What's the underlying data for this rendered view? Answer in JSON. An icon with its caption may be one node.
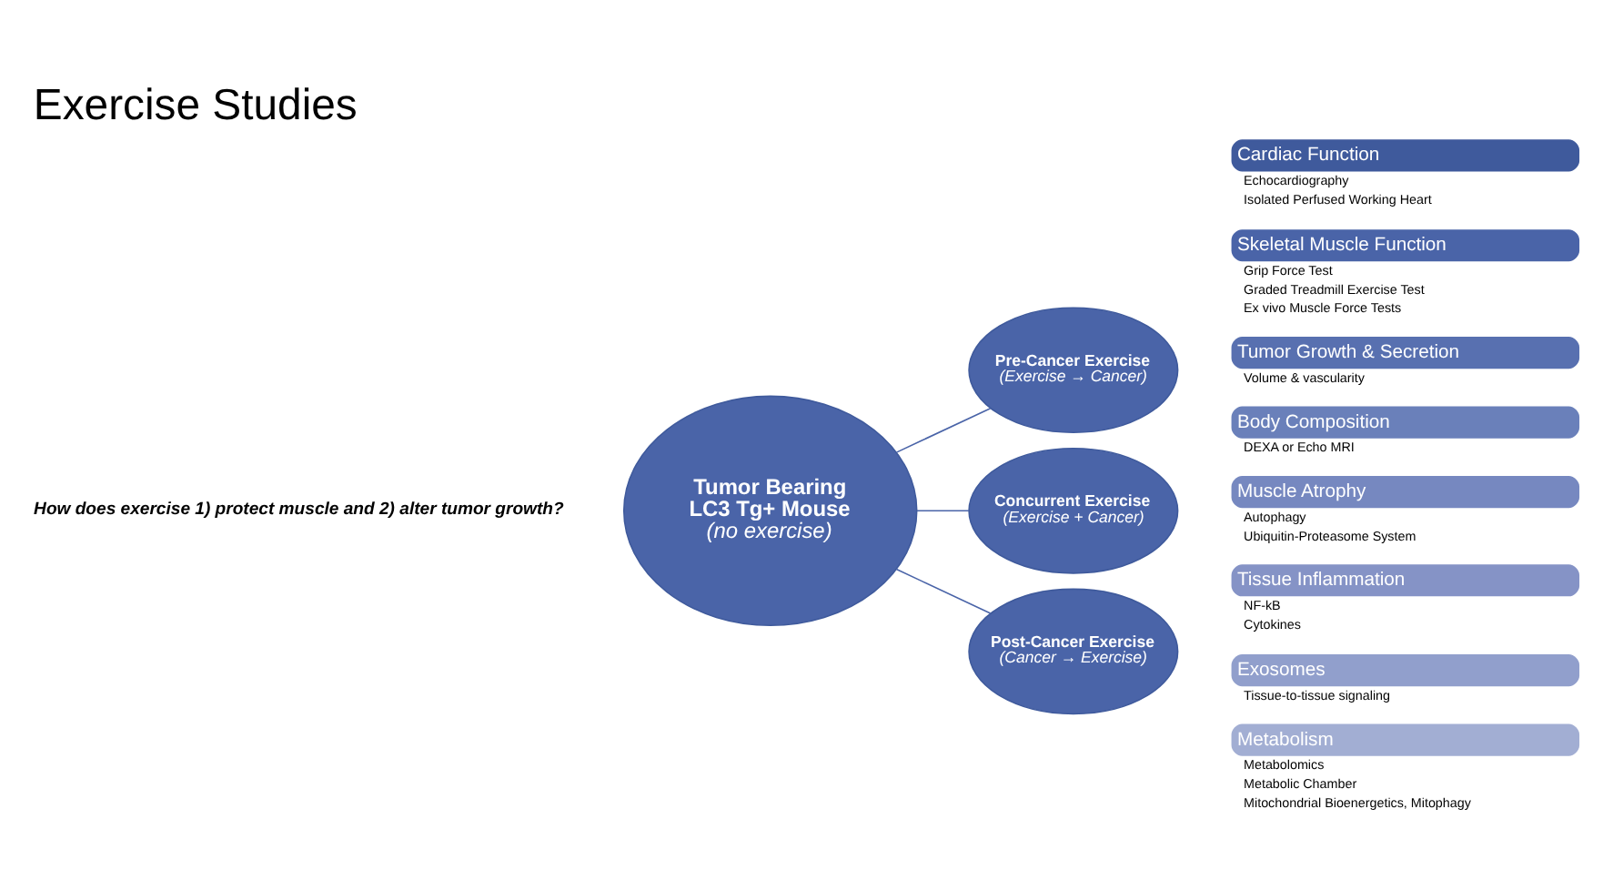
{
  "diagram": {
    "title": "Exercise Studies",
    "nodes": [
      {
        "text": [
          "Tumor Bearing LC3 Tg+ Mouse",
          "(no exercise)"
        ]
      },
      {
        "text": [
          "Pre-Cancer Exercise",
          "(Exercise → Cancer)"
        ]
      },
      {
        "text": [
          "Concurrent Exercise",
          "(Exercise + Cancer)"
        ]
      },
      {
        "text": [
          "Post-Cancer Exercise",
          "(Cancer → Exercise)"
        ]
      },
      {
        "text": [
          "Cardiac Function"
        ],
        "beside": [
          "Echocardiography",
          "Isolated Perfused Working Heart"
        ]
      },
      {
        "text": [
          "Skeletal Muscle Function"
        ],
        "beside": [
          "Grip Force Test",
          "Graded Treadmill Exercise Test",
          "Ex vivo Muscle Force Tests"
        ]
      },
      {
        "text": [
          "Tumor Growth & Secretion"
        ],
        "beside": [
          "Volume & vascularity"
        ]
      },
      {
        "text": [
          "Body Composition"
        ],
        "beside": [
          "DEXA or Echo MRI"
        ]
      },
      {
        "text": [
          "Muscle Atrophy"
        ],
        "beside": [
          "Autophagy",
          "Ubiquitin-Proteasome System"
        ]
      },
      {
        "text": [
          "Tissue Inflammation"
        ],
        "beside": [
          "NF-kB",
          "Cytokines"
        ]
      },
      {
        "text": [
          "Exosomes"
        ],
        "beside": [
          "Tissue-to-tissue signaling"
        ]
      },
      {
        "text": [
          "Metabolism"
        ],
        "beside": [
          "Metabolomics",
          "Metabolic Chamber",
          "Mitochondrial Bioenergetics, Mitophagy"
        ]
      }
    ],
    "edges": [
      {
        "from": 0,
        "to": 1,
        "arrow": "none"
      },
      {
        "from": 0,
        "to": 2,
        "arrow": "none"
      },
      {
        "from": 0,
        "to": 3,
        "arrow": "none"
      }
    ],
    "labels": [
      "How does exercise 1) protect muscle and 2) alter tumor growth?"
    ]
  }
}
